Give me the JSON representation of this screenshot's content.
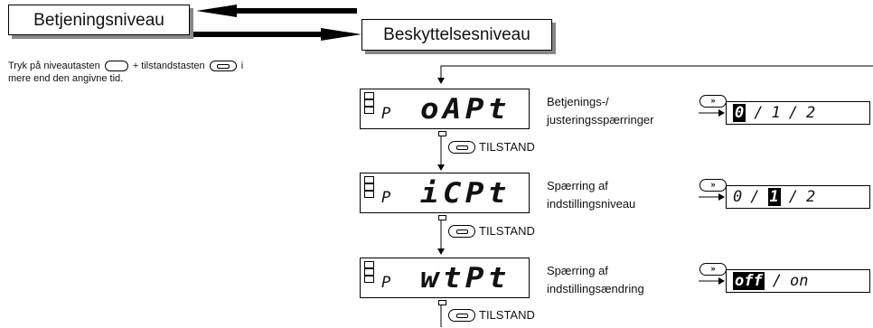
{
  "levels": {
    "operation": "Betjeningsniveau",
    "protection": "Beskyttelsesniveau"
  },
  "note": {
    "line_part1": "Tryk på niveautasten",
    "line_part2": "+ tilstandstasten",
    "line_part3": "i",
    "line2": "mere end den angivne tid."
  },
  "rows": [
    {
      "display_p": "P",
      "display_code": "oAPt",
      "desc_line1": "Betjenings-/",
      "desc_line2": "justeringsspærringer",
      "up_key": "»",
      "value_parts": [
        "0",
        "/",
        "1",
        "/",
        "2"
      ],
      "highlight_index": 0
    },
    {
      "display_p": "P",
      "display_code": "iCPt",
      "desc_line1": "Spærring af",
      "desc_line2": "indstillingsniveau",
      "up_key": "»",
      "value_parts": [
        "0",
        "/",
        "1",
        "/",
        "2"
      ],
      "highlight_index": 2
    },
    {
      "display_p": "P",
      "display_code": "wtPt",
      "desc_line1": "Spærring af",
      "desc_line2": "indstillingsændring",
      "up_key": "»",
      "value_parts": [
        "off",
        "/",
        "on"
      ],
      "highlight_index": 0
    }
  ],
  "mode_label": "TILSTAND",
  "icons": [
    "mode-key-icon",
    "level-key-icon",
    "up-key-icon",
    "arrow-icon"
  ]
}
